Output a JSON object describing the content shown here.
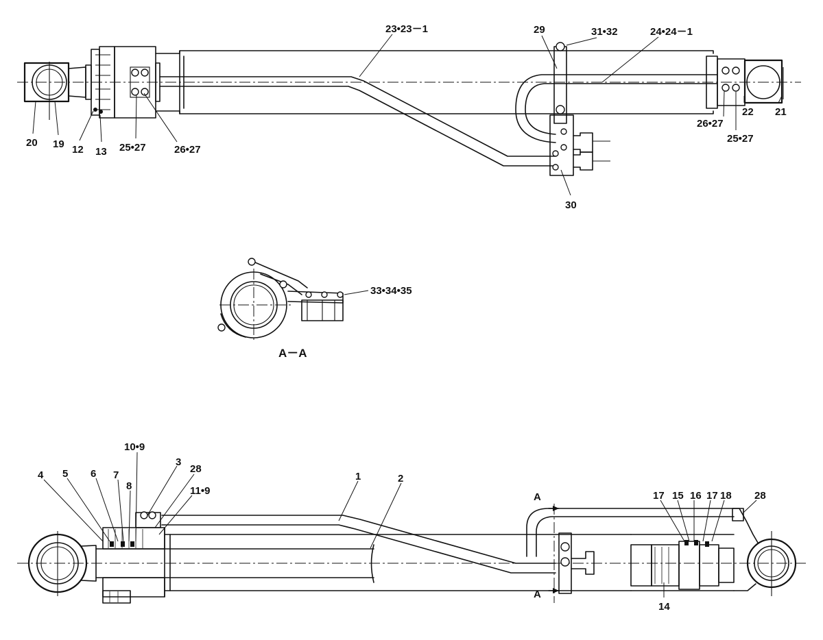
{
  "top_view": {
    "labels": {
      "l20": "20",
      "l19": "19",
      "l12": "12",
      "l13": "13",
      "l25_27a": "25•27",
      "l26_27a": "26•27",
      "l23": "23•23－1",
      "l29": "29",
      "l31_32": "31•32",
      "l24": "24•24－1",
      "l30": "30",
      "l26_27b": "26•27",
      "l22": "22",
      "l21": "21",
      "l25_27b": "25•27"
    }
  },
  "section_view": {
    "title": "A－A",
    "labels": {
      "l33": "33•34•35"
    }
  },
  "side_view": {
    "labels": {
      "l4": "4",
      "l5": "5",
      "l6": "6",
      "l7": "7",
      "l8": "8",
      "l10_9": "10•9",
      "l3": "3",
      "l28a": "28",
      "l11_9": "11•9",
      "l1": "1",
      "l2": "2",
      "lA_top": "A",
      "lA_bottom": "A",
      "l17a": "17",
      "l15": "15",
      "l16": "16",
      "l17b": "17",
      "l18": "18",
      "l28b": "28",
      "l14": "14"
    }
  }
}
